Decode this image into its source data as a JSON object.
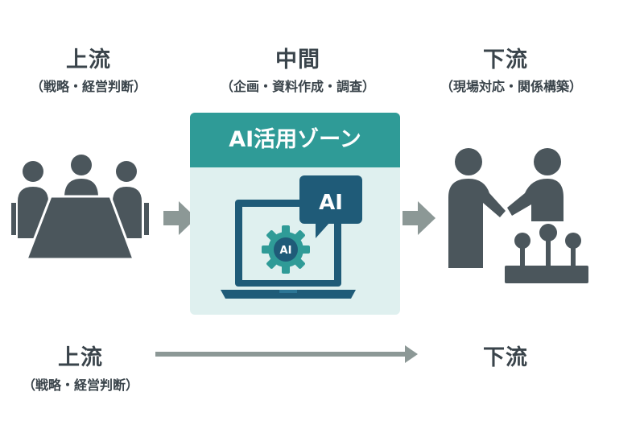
{
  "upstream": {
    "title": "上流",
    "subtitle": "（戦略・経営判断）"
  },
  "midstream": {
    "title": "中間",
    "subtitle": "（企画・資料作成・調査）"
  },
  "downstream": {
    "title": "下流",
    "subtitle": "（現場対応・関係構築）"
  },
  "ai_zone": {
    "title": "AI活用ゾーン",
    "bubble_label": "AI",
    "gear_label": "AI"
  },
  "bottom": {
    "upstream_title": "上流",
    "upstream_subtitle": "（戦略・経営判断）",
    "downstream_title": "下流"
  },
  "colors": {
    "icon_dark": "#4b565c",
    "arrow": "#8c9896",
    "accent_teal": "#2f9b97",
    "zone_background": "#dff0ef"
  }
}
